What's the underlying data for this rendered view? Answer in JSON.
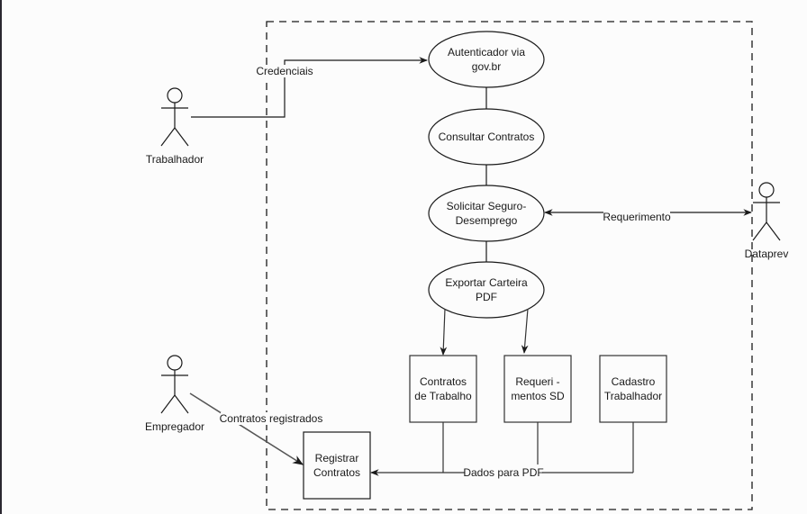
{
  "diagram": {
    "type": "use-case",
    "boundary": {
      "style": "dashed"
    },
    "actors": {
      "trabalhador": "Trabalhador",
      "empregador": "Empregador",
      "dataprev": "Dataprev"
    },
    "use_cases": {
      "autenticador": [
        "Autenticador via",
        "gov.br"
      ],
      "consultar": [
        "Consultar Contratos"
      ],
      "solicitar": [
        "Solicitar Seguro-",
        "Desemprego"
      ],
      "exportar": [
        "Exportar Carteira",
        "PDF"
      ]
    },
    "data_stores": {
      "contratos_trabalho": [
        "Contratos",
        "de Trabalho"
      ],
      "requerimentos_sd": [
        "Requeri -",
        "mentos SD"
      ],
      "cadastro_trabalhador": [
        "Cadastro",
        "Trabalhador"
      ],
      "registrar_contratos": [
        "Registrar",
        "Contratos"
      ]
    },
    "edges": {
      "credenciais": "Credenciais",
      "requerimento": "Requerimento",
      "contratos_registrados": "Contratos registrados",
      "dados_pdf": "Dados para PDF"
    }
  },
  "colors": {
    "stroke": "#1a1a1a",
    "background": "#fcfcfc",
    "grey_line": "#555555"
  }
}
